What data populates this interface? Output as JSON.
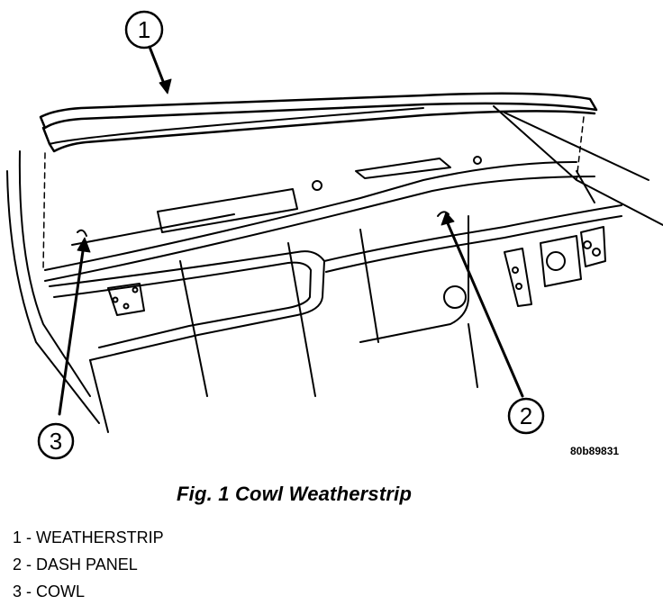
{
  "figure": {
    "id": "80b89831",
    "caption": "Fig. 1 Cowl Weatherstrip"
  },
  "callouts": [
    {
      "number": "1"
    },
    {
      "number": "2"
    },
    {
      "number": "3"
    }
  ],
  "legend": [
    {
      "text": "1 - WEATHERSTRIP"
    },
    {
      "text": "2 - DASH PANEL"
    },
    {
      "text": "3 - COWL"
    }
  ]
}
